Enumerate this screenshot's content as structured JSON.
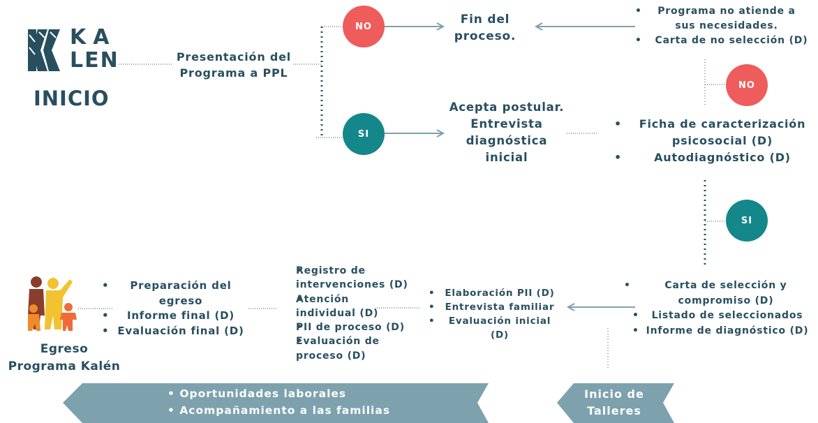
{
  "logo": {
    "line1": "KA",
    "line2": "LEN",
    "alt": "kalen-logo"
  },
  "start_label": "INICIO",
  "presentation": {
    "line1": "Presentación del",
    "line2": "Programa a PPL"
  },
  "decisions": {
    "no": "NO",
    "si": "SI"
  },
  "end_process": {
    "line1": "Fin del",
    "line2": "proceso."
  },
  "rejection_reasons": {
    "item1_line1": "Programa no atiende a",
    "item1_line2": "sus necesidades.",
    "item2": "Carta de no selección (D)"
  },
  "accept": {
    "line1": "Acepta postular.",
    "line2": "Entrevista",
    "line3": "diagnóstica",
    "line4": "inicial"
  },
  "characterization": {
    "item1_line1": "Ficha de caracterización",
    "item1_line2": "psicosocial (D)",
    "item2": "Autodiagnóstico (D)"
  },
  "selection": {
    "item1_line1": "Carta de selección y",
    "item1_line2": "compromiso (D)",
    "item2": "Listado de seleccionados",
    "item3": "Informe de diagnóstico (D)"
  },
  "pii": {
    "item1": "Elaboración PII (D)",
    "item2": "Entrevista familiar",
    "item3": "Evaluación inicial",
    "item3b": "(D)"
  },
  "interventions": {
    "item1_line1": "Registro de",
    "item1_line2": "intervenciones (D)",
    "item2_line1": "Atención",
    "item2_line2": "individual (D)",
    "item3": "PII de proceso (D)",
    "item4_line1": "Evaluación de",
    "item4_line2": "proceso (D)"
  },
  "egress_prep": {
    "item1_line1": "Preparación del",
    "item1_line2": "egreso",
    "item2": "Informe final (D)",
    "item3": "Evaluación final (D)"
  },
  "egress": {
    "line1": "Egreso",
    "line2": "Programa Kalén"
  },
  "banner_left": {
    "item1": "Oportunidades laborales",
    "item2": "Acompañamiento a las familias"
  },
  "banner_right": {
    "line1": "Inicio de",
    "line2": "Talleres"
  },
  "colors": {
    "dark": "#284f5f",
    "no": "#ee5c5c",
    "si": "#14878b",
    "banner": "#7ea1ae",
    "arrow": "#7ea1ae"
  }
}
